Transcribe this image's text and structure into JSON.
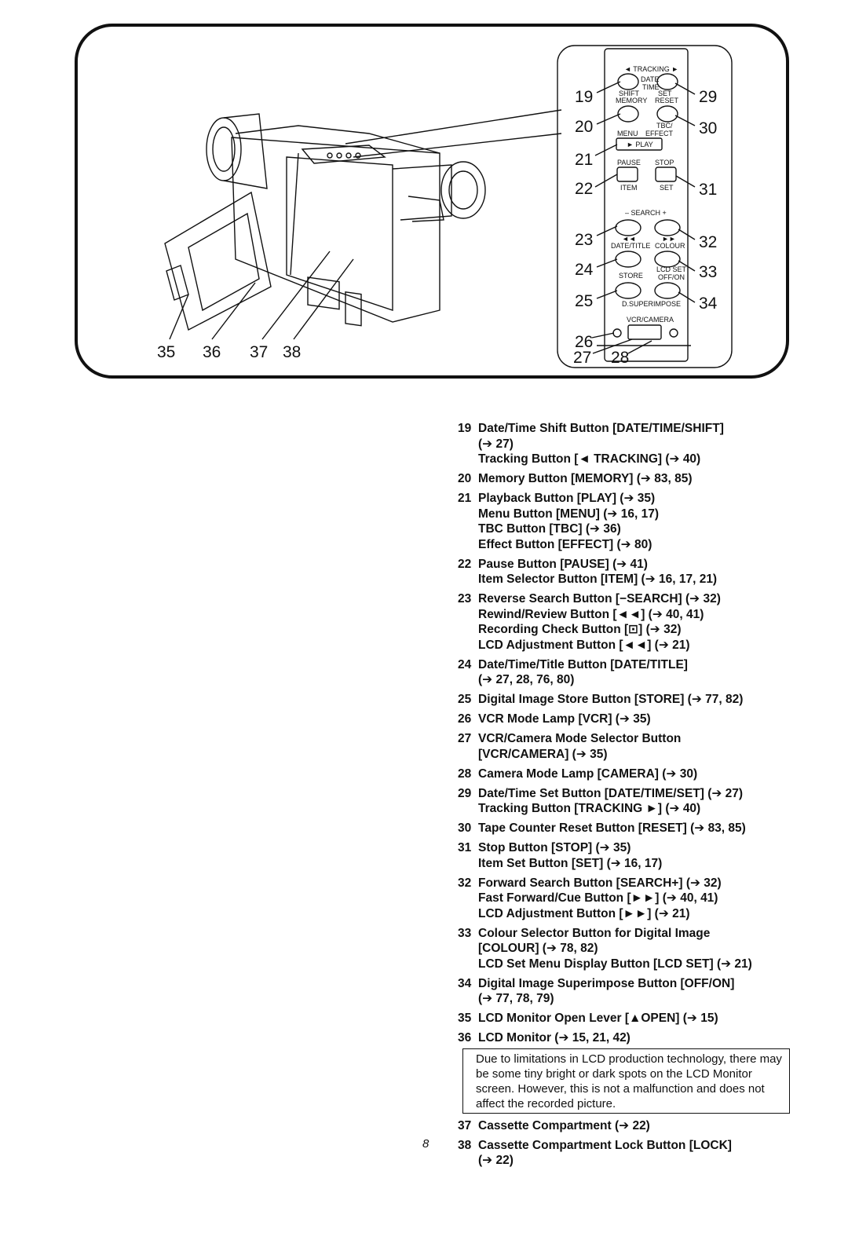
{
  "figure": {
    "left_callouts": [
      "35",
      "36",
      "37",
      "38"
    ],
    "panel": {
      "tracking": "◄ TRACKING ►",
      "date_time": [
        "DATE",
        "TIME"
      ],
      "shift": "SHIFT",
      "set_upper": "SET",
      "memory": "MEMORY",
      "reset": "RESET",
      "tbc": "TBC/",
      "menu": "MENU",
      "effect": "EFFECT",
      "play": "► PLAY",
      "pause": "PAUSE",
      "stop": "STOP",
      "item": "ITEM",
      "set_lower": "SET",
      "search": "– SEARCH +",
      "rewind_glyph": "◄◄",
      "ff_glyph": "►►",
      "date_title": "DATE/TITLE",
      "colour": "COLOUR",
      "store": "STORE",
      "lcd_set": "LCD SET",
      "off_on": "OFF/ON",
      "superimpose": "D.SUPERIMPOSE",
      "vcr_camera": "VCR/CAMERA",
      "callouts_left": [
        "19",
        "20",
        "21",
        "22",
        "23",
        "24",
        "25",
        "26",
        "27",
        "28"
      ],
      "callouts_right": [
        "29",
        "30",
        "31",
        "32",
        "33",
        "34"
      ]
    }
  },
  "entries": [
    {
      "num": "19",
      "lines": [
        "Date/Time Shift Button [DATE/TIME/SHIFT]",
        "(➔ 27)",
        "Tracking Button [◄ TRACKING] (➔ 40)"
      ]
    },
    {
      "num": "20",
      "lines": [
        "Memory Button [MEMORY] (➔ 83, 85)"
      ]
    },
    {
      "num": "21",
      "lines": [
        "Playback Button [PLAY] (➔ 35)",
        "Menu Button [MENU] (➔ 16, 17)",
        "TBC Button [TBC] (➔ 36)",
        "Effect Button [EFFECT] (➔ 80)"
      ]
    },
    {
      "num": "22",
      "lines": [
        "Pause Button [PAUSE] (➔ 41)",
        "Item Selector Button [ITEM] (➔ 16, 17, 21)"
      ]
    },
    {
      "num": "23",
      "lines": [
        "Reverse Search Button [−SEARCH] (➔ 32)",
        "Rewind/Review Button [◄◄] (➔ 40, 41)",
        "Recording Check Button [⊡] (➔ 32)",
        "LCD Adjustment Button [◄◄] (➔ 21)"
      ]
    },
    {
      "num": "24",
      "lines": [
        "Date/Time/Title Button [DATE/TITLE]",
        "(➔ 27, 28, 76, 80)"
      ]
    },
    {
      "num": "25",
      "lines": [
        "Digital Image Store Button [STORE] (➔ 77, 82)"
      ]
    },
    {
      "num": "26",
      "lines": [
        "VCR Mode Lamp [VCR] (➔ 35)"
      ]
    },
    {
      "num": "27",
      "lines": [
        "VCR/Camera Mode Selector Button",
        "[VCR/CAMERA] (➔ 35)"
      ]
    },
    {
      "num": "28",
      "lines": [
        "Camera Mode Lamp [CAMERA] (➔ 30)"
      ]
    },
    {
      "num": "29",
      "lines": [
        "Date/Time Set Button [DATE/TIME/SET] (➔ 27)",
        "Tracking Button [TRACKING ►] (➔ 40)"
      ]
    },
    {
      "num": "30",
      "lines": [
        "Tape Counter Reset Button [RESET] (➔ 83, 85)"
      ]
    },
    {
      "num": "31",
      "lines": [
        "Stop Button [STOP] (➔ 35)",
        "Item Set Button [SET] (➔ 16, 17)"
      ]
    },
    {
      "num": "32",
      "lines": [
        "Forward Search Button [SEARCH+] (➔ 32)",
        "Fast Forward/Cue Button [►►] (➔ 40, 41)",
        "LCD Adjustment Button [►►] (➔ 21)"
      ]
    },
    {
      "num": "33",
      "lines": [
        "Colour Selector Button for Digital Image",
        "[COLOUR] (➔ 78, 82)",
        "LCD Set Menu Display Button [LCD SET] (➔ 21)"
      ]
    },
    {
      "num": "34",
      "lines": [
        "Digital Image Superimpose Button [OFF/ON]",
        "(➔ 77, 78, 79)"
      ]
    },
    {
      "num": "35",
      "lines": [
        "LCD Monitor Open Lever [▲OPEN] (➔ 15)"
      ]
    },
    {
      "num": "36",
      "lines": [
        "LCD Monitor (➔ 15, 21, 42)"
      ]
    }
  ],
  "note": {
    "lines": [
      "Due to limitations in LCD production technology,",
      "there may be some tiny bright or dark spots on the",
      "LCD Monitor screen. However, this is not a",
      "malfunction and does not affect the recorded picture."
    ]
  },
  "entries_after": [
    {
      "num": "37",
      "lines": [
        "Cassette Compartment (➔ 22)"
      ]
    },
    {
      "num": "38",
      "lines": [
        "Cassette Compartment Lock Button [LOCK]",
        "(➔ 22)"
      ]
    }
  ],
  "page_number": "8"
}
